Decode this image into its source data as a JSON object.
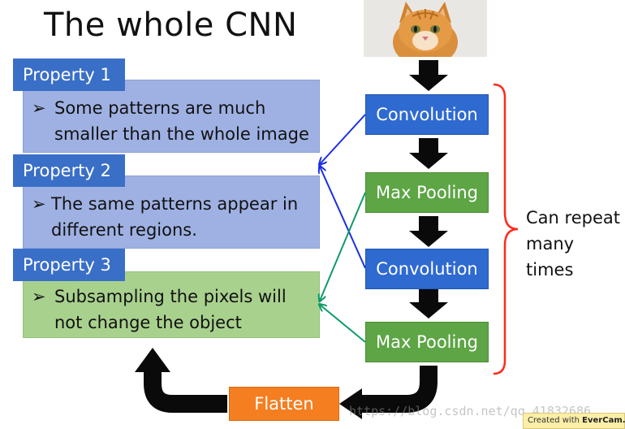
{
  "title": "The whole CNN",
  "properties": [
    {
      "label": "Property 1",
      "bullet": "➢",
      "text": "Some patterns are much smaller than the whole image"
    },
    {
      "label": "Property 2",
      "bullet": "➢",
      "text": "The same patterns appear in different regions."
    },
    {
      "label": "Property 3",
      "bullet": "➢",
      "text": "Subsampling the pixels will not change the object"
    }
  ],
  "pipeline": {
    "conv1": "Convolution",
    "pool1": "Max Pooling",
    "conv2": "Convolution",
    "pool2": "Max Pooling",
    "flatten": "Flatten"
  },
  "repeat_note": "Can repeat many times",
  "watermark": "https://blog.csdn.net/qq_41832686",
  "evercam": {
    "prefix": "Created with",
    "brand": "EverCam."
  },
  "colors": {
    "property_label": "#3a6fc7",
    "property_box_blue": "#9fb1e3",
    "property_box_green": "#a9d18e",
    "convolution": "#2f6ad1",
    "max_pooling": "#5da545",
    "flatten": "#f47e20",
    "brace": "#ff2a1a",
    "connector_blue": "#1a2fe0",
    "connector_green": "#0f9a6a"
  }
}
